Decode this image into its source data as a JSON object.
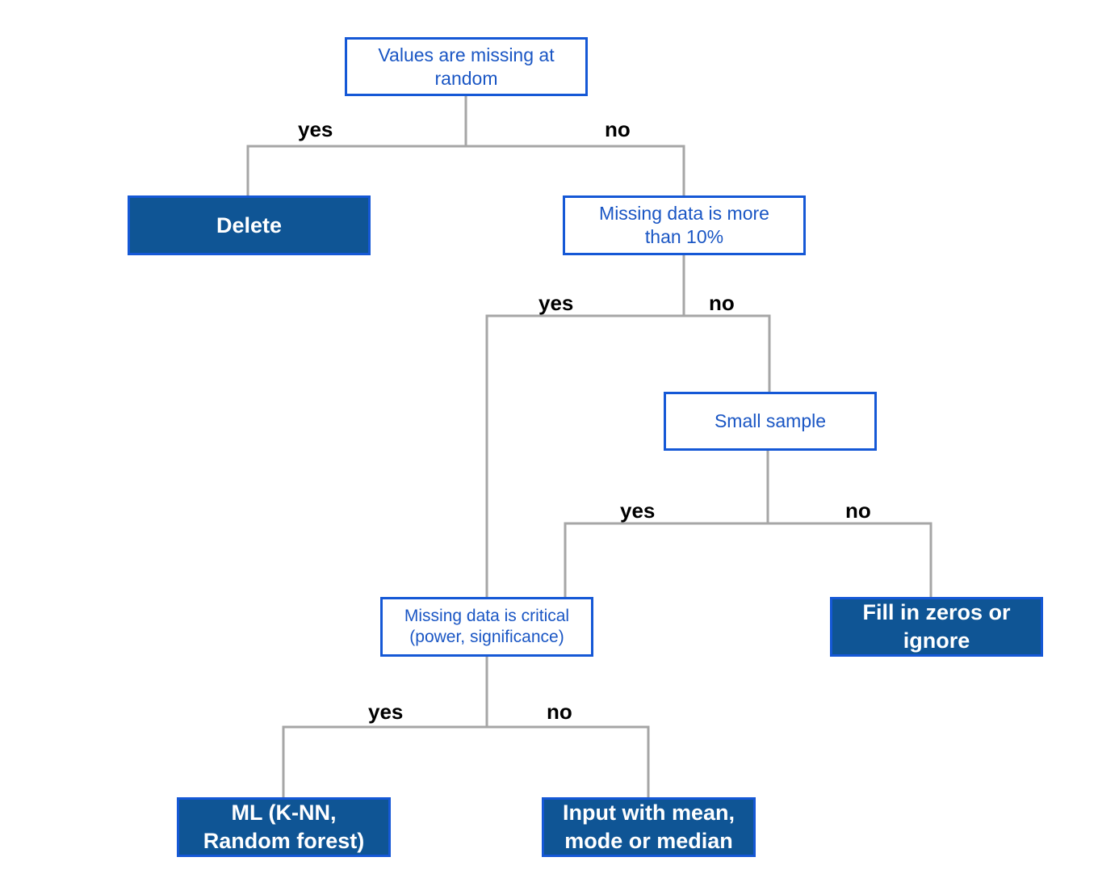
{
  "nodes": {
    "random": {
      "text": "Values are missing at random"
    },
    "delete": {
      "text": "Delete"
    },
    "more10": {
      "text": "Missing data is more than 10%"
    },
    "small_sample": {
      "text": "Small sample"
    },
    "critical": {
      "text": "Missing data is critical (power,  significance)"
    },
    "fill_zeros": {
      "text": "Fill in zeros or ignore"
    },
    "ml": {
      "text": "ML (K-NN, Random forest)"
    },
    "input_mean": {
      "text": "Input with mean, mode or  median"
    }
  },
  "labels": {
    "yes": "yes",
    "no": "no"
  },
  "colors": {
    "line": "#a6a6a6",
    "question_border": "#1558d6",
    "question_text": "#1a56c4",
    "action_fill": "#0f5595",
    "label_text": "#000000"
  }
}
